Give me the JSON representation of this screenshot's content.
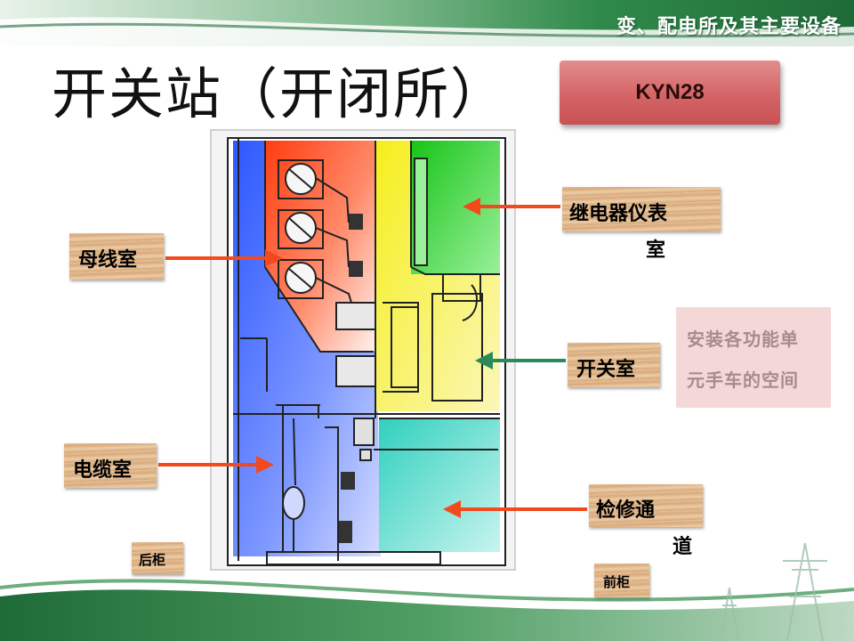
{
  "header": {
    "text": "变、配电所及其主要设备"
  },
  "title": "开关站（开闭所）",
  "model_badge": "KYN28",
  "labels": {
    "busbar_room": "母线室",
    "cable_room": "电缆室",
    "relay_room_line1": "继电器仪表",
    "relay_room_line2": "室",
    "switch_room": "开关室",
    "maintenance_line1": "检修通",
    "maintenance_line2": "道",
    "rear_cabinet": "后柜",
    "front_cabinet": "前柜"
  },
  "note": {
    "line1": "安装各功能单",
    "line2": "元手车的空间"
  },
  "colors": {
    "header_green": "#2f8a4a",
    "busbar_red": "#ff4a1f",
    "cable_blue": "#4d73ff",
    "relay_green": "#2ad42a",
    "switch_yellow": "#f2ec2e",
    "maintenance_teal": "#3fd8c6",
    "arrow_red": "#f24a1e",
    "arrow_green": "#2a8a5a",
    "badge_red": "#d46466"
  }
}
